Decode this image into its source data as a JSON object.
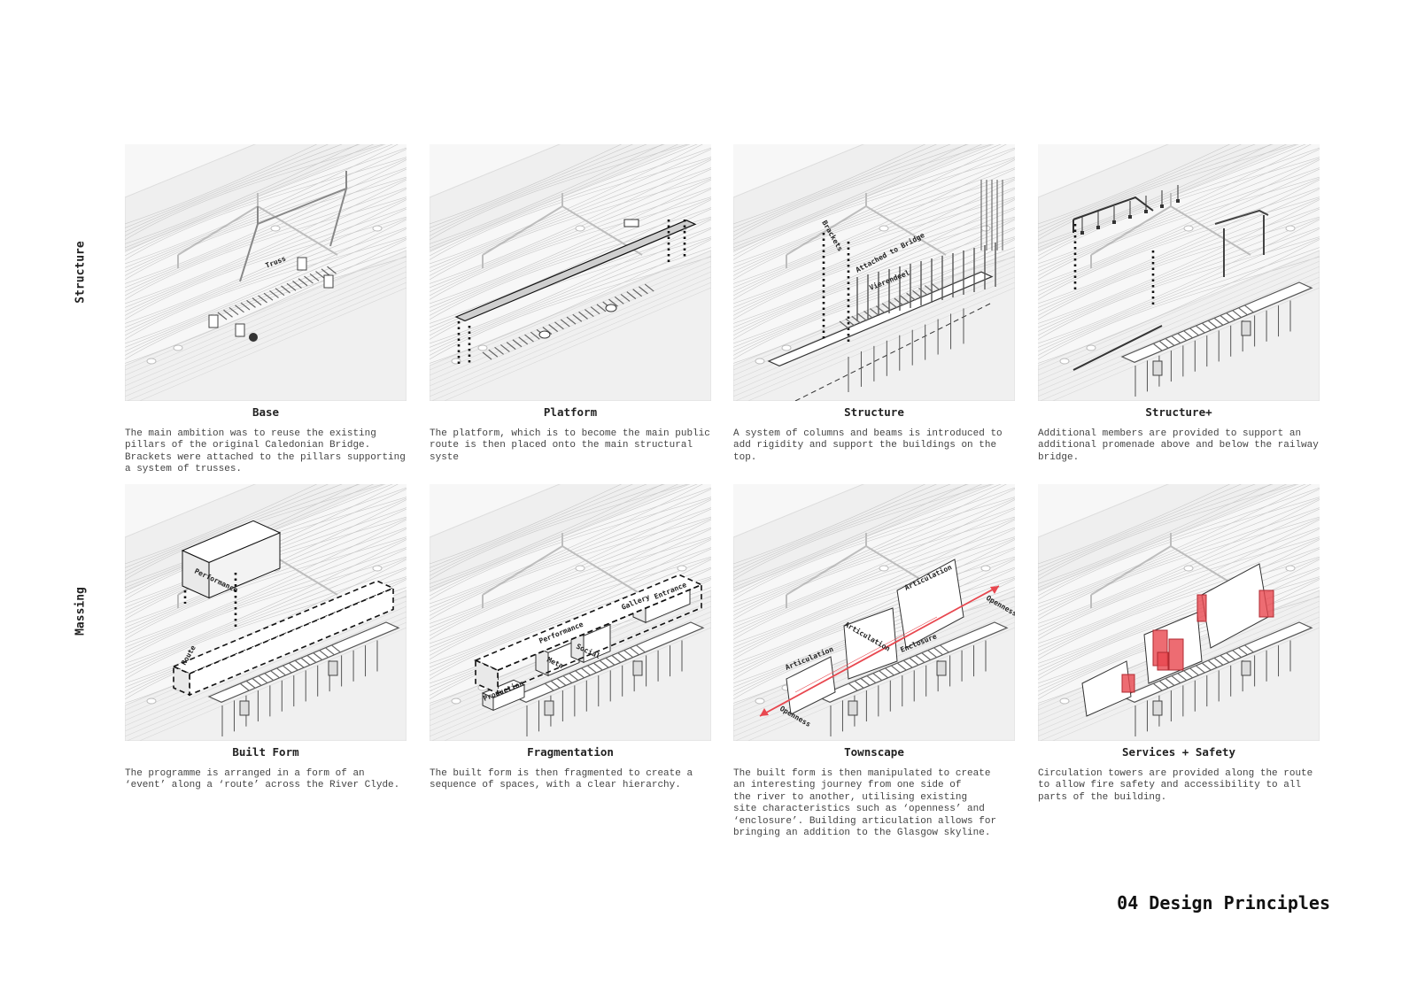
{
  "row_labels": [
    "Structure",
    "Massing"
  ],
  "panels": [
    {
      "title": "Base",
      "description": "The main ambition was to reuse the existing\npillars of the original Caledonian Bridge.\nBrackets were attached to the pillars supporting\na system of trusses.",
      "diagram_labels": [
        "Truss"
      ],
      "kind": "base"
    },
    {
      "title": "Platform",
      "description": "The platform, which is to become the main public\nroute is then placed onto the main structural\nsyste",
      "diagram_labels": [],
      "kind": "platform"
    },
    {
      "title": "Structure",
      "description": "A system of columns and beams is introduced to\nadd rigidity and support the buildings on the\ntop.",
      "diagram_labels": [
        "Brackets",
        "Attached to Bridge",
        "Vierendeel"
      ],
      "kind": "structure"
    },
    {
      "title": "Structure+",
      "description": "Additional members are provided to support an\nadditional promenade above and below the railway\nbridge.",
      "diagram_labels": [],
      "kind": "structureplus"
    },
    {
      "title": "Built Form",
      "description": "The programme is arranged in a form of an\n‘event’ along a ‘route’ across the River Clyde.",
      "diagram_labels": [
        "Performance",
        "Route"
      ],
      "kind": "builtform"
    },
    {
      "title": "Fragmentation",
      "description": "The built form is then fragmented to create a\nsequence of spaces, with a clear hierarchy.",
      "diagram_labels": [
        "Production",
        "Performance",
        "Meta",
        "Social",
        "Gallery",
        "Entrance"
      ],
      "kind": "fragmentation"
    },
    {
      "title": "Townscape",
      "description": "The built form is then manipulated to create\nan interesting journey from one side of\nthe river to another, utilising existing\nsite characteristics such as ‘openness’ and\n‘enclosure’. Building articulation allows for\nbringing an addition to the Glasgow skyline.",
      "diagram_labels": [
        "Articulation",
        "Articulation",
        "Articulation",
        "Enclosure",
        "Openness",
        "Openness"
      ],
      "kind": "townscape"
    },
    {
      "title": "Services + Safety",
      "description": "Circulation towers are provided along the route\nto allow fire safety and accessibility to all\nparts of the building.",
      "diagram_labels": [],
      "kind": "services"
    }
  ],
  "footer": "04 Design Principles",
  "colors": {
    "accent_red": "#e8474f",
    "line_gray": "#c8c8c8",
    "ink": "#222222"
  }
}
